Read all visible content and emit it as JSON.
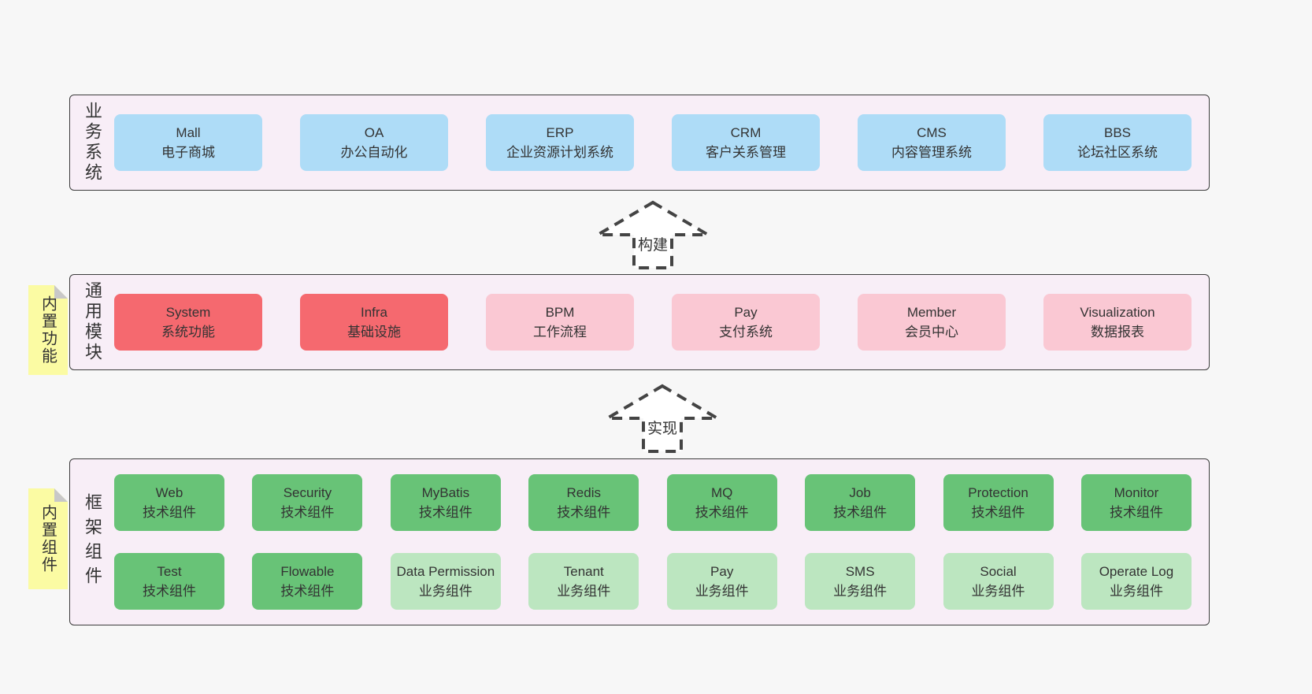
{
  "colors": {
    "page_bg": "#f7f7f7",
    "band_bg": "#f8eef7",
    "band_border": "#3c3c3c",
    "blue_box": "#aedcf7",
    "red_box": "#f5696f",
    "pink_box": "#fac8d3",
    "green_box": "#68c377",
    "light_green_box": "#bce6c0",
    "sticky_yellow": "#fbfba3",
    "sticky_fold_gray": "#c8c8c8",
    "text": "#333333"
  },
  "bands": {
    "business": {
      "label": "业务系统",
      "boxes": [
        {
          "name": "Mall",
          "desc": "电子商城",
          "variant": "blue"
        },
        {
          "name": "OA",
          "desc": "办公自动化",
          "variant": "blue"
        },
        {
          "name": "ERP",
          "desc": "企业资源计划系统",
          "variant": "blue"
        },
        {
          "name": "CRM",
          "desc": "客户关系管理",
          "variant": "blue"
        },
        {
          "name": "CMS",
          "desc": "内容管理系统",
          "variant": "blue"
        },
        {
          "name": "BBS",
          "desc": "论坛社区系统",
          "variant": "blue"
        }
      ]
    },
    "modules": {
      "label": "通用模块",
      "sticky": "内置功能",
      "boxes": [
        {
          "name": "System",
          "desc": "系统功能",
          "variant": "red"
        },
        {
          "name": "Infra",
          "desc": "基础设施",
          "variant": "red"
        },
        {
          "name": "BPM",
          "desc": "工作流程",
          "variant": "pink"
        },
        {
          "name": "Pay",
          "desc": "支付系统",
          "variant": "pink"
        },
        {
          "name": "Member",
          "desc": "会员中心",
          "variant": "pink"
        },
        {
          "name": "Visualization",
          "desc": "数据报表",
          "variant": "pink"
        }
      ]
    },
    "components": {
      "label": "框架组件",
      "sticky": "内置组件",
      "rows": [
        [
          {
            "name": "Web",
            "desc": "技术组件",
            "variant": "green"
          },
          {
            "name": "Security",
            "desc": "技术组件",
            "variant": "green"
          },
          {
            "name": "MyBatis",
            "desc": "技术组件",
            "variant": "green"
          },
          {
            "name": "Redis",
            "desc": "技术组件",
            "variant": "green"
          },
          {
            "name": "MQ",
            "desc": "技术组件",
            "variant": "green"
          },
          {
            "name": "Job",
            "desc": "技术组件",
            "variant": "green"
          },
          {
            "name": "Protection",
            "desc": "技术组件",
            "variant": "green"
          },
          {
            "name": "Monitor",
            "desc": "技术组件",
            "variant": "green"
          }
        ],
        [
          {
            "name": "Test",
            "desc": "技术组件",
            "variant": "green"
          },
          {
            "name": "Flowable",
            "desc": "技术组件",
            "variant": "green"
          },
          {
            "name": "Data Permission",
            "desc": "业务组件",
            "variant": "lightgreen"
          },
          {
            "name": "Tenant",
            "desc": "业务组件",
            "variant": "lightgreen"
          },
          {
            "name": "Pay",
            "desc": "业务组件",
            "variant": "lightgreen"
          },
          {
            "name": "SMS",
            "desc": "业务组件",
            "variant": "lightgreen"
          },
          {
            "name": "Social",
            "desc": "业务组件",
            "variant": "lightgreen"
          },
          {
            "name": "Operate Log",
            "desc": "业务组件",
            "variant": "lightgreen"
          }
        ]
      ]
    }
  },
  "arrows": {
    "build": {
      "label": "构建"
    },
    "implement": {
      "label": "实现"
    }
  }
}
